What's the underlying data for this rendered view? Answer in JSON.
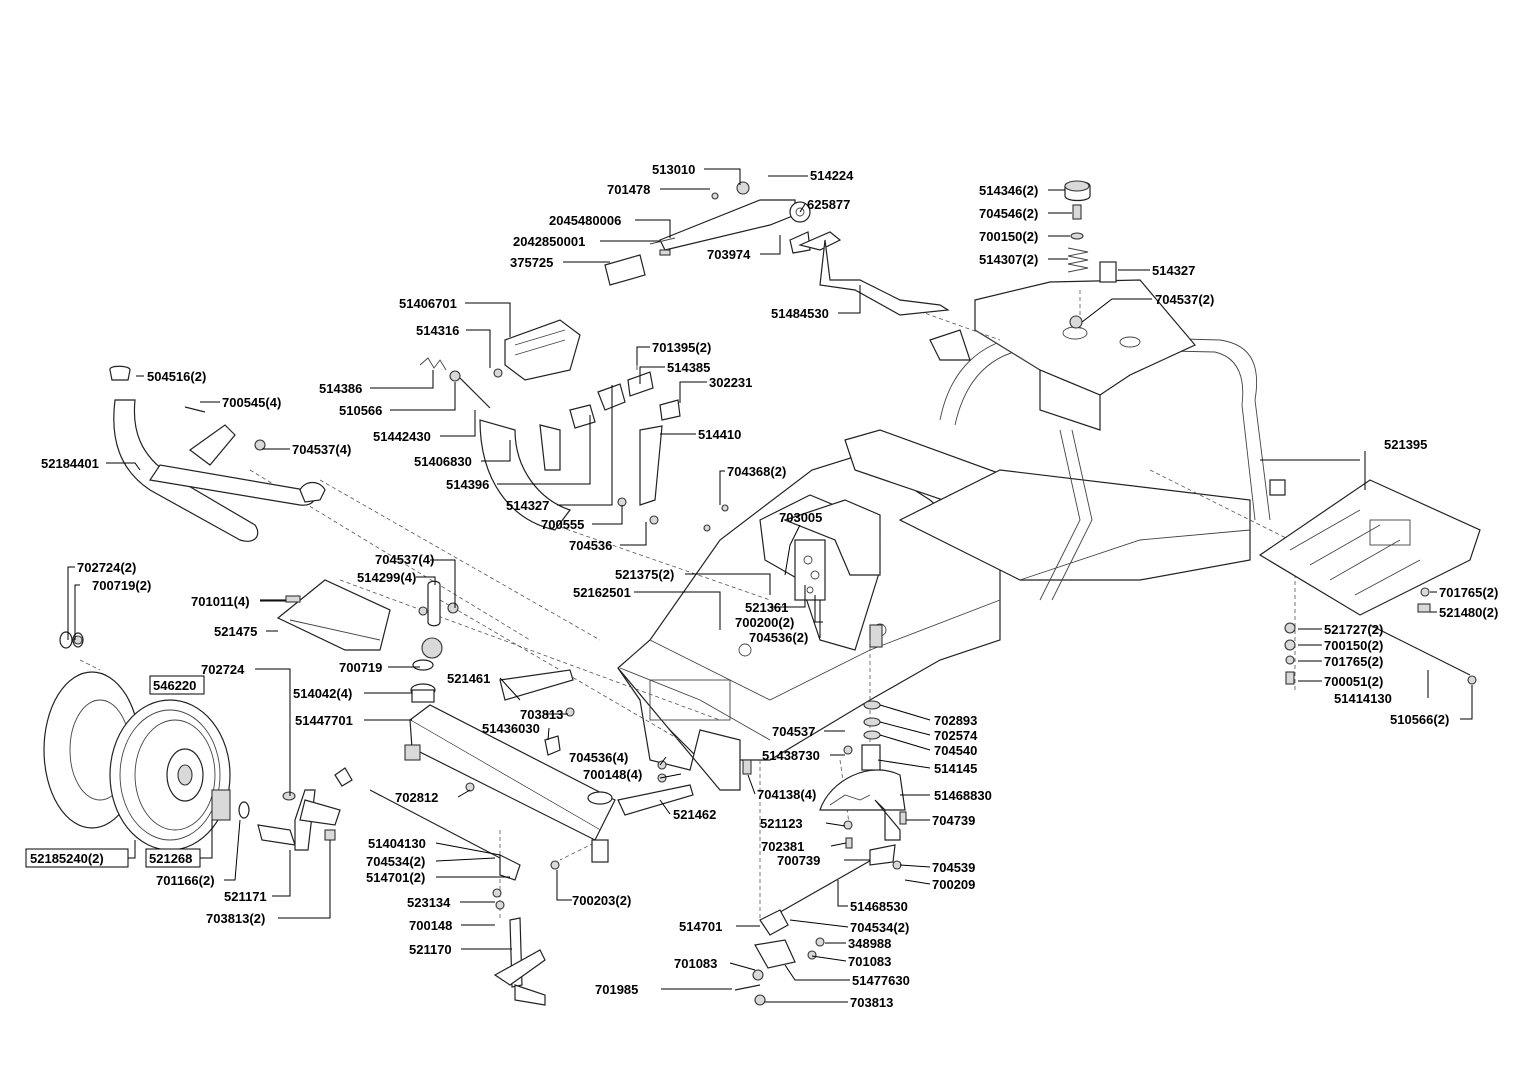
{
  "diagram": {
    "labels": [
      {
        "id": "l01",
        "text": "513010"
      },
      {
        "id": "l02",
        "text": "514224"
      },
      {
        "id": "l03",
        "text": "701478"
      },
      {
        "id": "l04",
        "text": "625877"
      },
      {
        "id": "l05",
        "text": "2045480006"
      },
      {
        "id": "l06",
        "text": "2042850001"
      },
      {
        "id": "l07",
        "text": "703974"
      },
      {
        "id": "l08",
        "text": "375725"
      },
      {
        "id": "l09",
        "text": "51484530"
      },
      {
        "id": "l10",
        "text": "514346(2)"
      },
      {
        "id": "l11",
        "text": "704546(2)"
      },
      {
        "id": "l12",
        "text": "700150(2)"
      },
      {
        "id": "l13",
        "text": "514307(2)"
      },
      {
        "id": "l14",
        "text": "514327"
      },
      {
        "id": "l15",
        "text": "704537(2)"
      },
      {
        "id": "l16",
        "text": "51406701"
      },
      {
        "id": "l17",
        "text": "514316"
      },
      {
        "id": "l18",
        "text": "701395(2)"
      },
      {
        "id": "l19",
        "text": "514385"
      },
      {
        "id": "l20",
        "text": "302231"
      },
      {
        "id": "l21",
        "text": "514386"
      },
      {
        "id": "l22",
        "text": "510566"
      },
      {
        "id": "l23",
        "text": "51442430"
      },
      {
        "id": "l24",
        "text": "514410"
      },
      {
        "id": "l25",
        "text": "51406830"
      },
      {
        "id": "l26",
        "text": "514396"
      },
      {
        "id": "l27",
        "text": "514327"
      },
      {
        "id": "l28",
        "text": "700555"
      },
      {
        "id": "l29",
        "text": "704536"
      },
      {
        "id": "l30",
        "text": "504516(2)"
      },
      {
        "id": "l31",
        "text": "700545(4)"
      },
      {
        "id": "l32",
        "text": "704537(4)"
      },
      {
        "id": "l33",
        "text": "52184401"
      },
      {
        "id": "l34",
        "text": "704368(2)"
      },
      {
        "id": "l35",
        "text": "703005"
      },
      {
        "id": "l36",
        "text": "521395"
      },
      {
        "id": "l37",
        "text": "702724(2)"
      },
      {
        "id": "l38",
        "text": "700719(2)"
      },
      {
        "id": "l39",
        "text": "704537(4)"
      },
      {
        "id": "l40",
        "text": "514299(4)"
      },
      {
        "id": "l41",
        "text": "701011(4)"
      },
      {
        "id": "l42",
        "text": "521475"
      },
      {
        "id": "l43",
        "text": "521375(2)"
      },
      {
        "id": "l44",
        "text": "52162501"
      },
      {
        "id": "l45",
        "text": "521361"
      },
      {
        "id": "l46",
        "text": "700200(2)"
      },
      {
        "id": "l47",
        "text": "704536(2)"
      },
      {
        "id": "l48",
        "text": "701765(2)"
      },
      {
        "id": "l49",
        "text": "521480(2)"
      },
      {
        "id": "l50",
        "text": "521727(2)"
      },
      {
        "id": "l51",
        "text": "700150(2)"
      },
      {
        "id": "l52",
        "text": "701765(2)"
      },
      {
        "id": "l53",
        "text": "700051(2)"
      },
      {
        "id": "l54",
        "text": "51414130"
      },
      {
        "id": "l55",
        "text": "510566(2)"
      },
      {
        "id": "l56",
        "text": "702724"
      },
      {
        "id": "l57",
        "text": "546220"
      },
      {
        "id": "l58",
        "text": "700719"
      },
      {
        "id": "l59",
        "text": "514042(4)"
      },
      {
        "id": "l60",
        "text": "51447701"
      },
      {
        "id": "l61",
        "text": "521461"
      },
      {
        "id": "l62",
        "text": "703813"
      },
      {
        "id": "l63",
        "text": "51436030"
      },
      {
        "id": "l64",
        "text": "704537"
      },
      {
        "id": "l65",
        "text": "51438730"
      },
      {
        "id": "l66",
        "text": "702893"
      },
      {
        "id": "l67",
        "text": "702574"
      },
      {
        "id": "l68",
        "text": "704540"
      },
      {
        "id": "l69",
        "text": "514145"
      },
      {
        "id": "l70",
        "text": "704536(4)"
      },
      {
        "id": "l71",
        "text": "700148(4)"
      },
      {
        "id": "l72",
        "text": "521462"
      },
      {
        "id": "l73",
        "text": "704138(4)"
      },
      {
        "id": "l74",
        "text": "51468830"
      },
      {
        "id": "l75",
        "text": "702812"
      },
      {
        "id": "l76",
        "text": "521123"
      },
      {
        "id": "l77",
        "text": "704739"
      },
      {
        "id": "l78",
        "text": "702381"
      },
      {
        "id": "l79",
        "text": "700739"
      },
      {
        "id": "l80",
        "text": "704539"
      },
      {
        "id": "l81",
        "text": "700209"
      },
      {
        "id": "l82",
        "text": "51404130"
      },
      {
        "id": "l83",
        "text": "704534(2)"
      },
      {
        "id": "l84",
        "text": "514701(2)"
      },
      {
        "id": "l85",
        "text": "52185240(2)"
      },
      {
        "id": "l86",
        "text": "521268"
      },
      {
        "id": "l87",
        "text": "701166(2)"
      },
      {
        "id": "l88",
        "text": "521171"
      },
      {
        "id": "l89",
        "text": "703813(2)"
      },
      {
        "id": "l90",
        "text": "523134"
      },
      {
        "id": "l91",
        "text": "700148"
      },
      {
        "id": "l92",
        "text": "700203(2)"
      },
      {
        "id": "l93",
        "text": "521170"
      },
      {
        "id": "l94",
        "text": "51468530"
      },
      {
        "id": "l95",
        "text": "514701"
      },
      {
        "id": "l96",
        "text": "704534(2)"
      },
      {
        "id": "l97",
        "text": "348988"
      },
      {
        "id": "l98",
        "text": "701083"
      },
      {
        "id": "l99",
        "text": "701083"
      },
      {
        "id": "l100",
        "text": "51477630"
      },
      {
        "id": "l101",
        "text": "701985"
      },
      {
        "id": "l102",
        "text": "703813"
      }
    ]
  }
}
